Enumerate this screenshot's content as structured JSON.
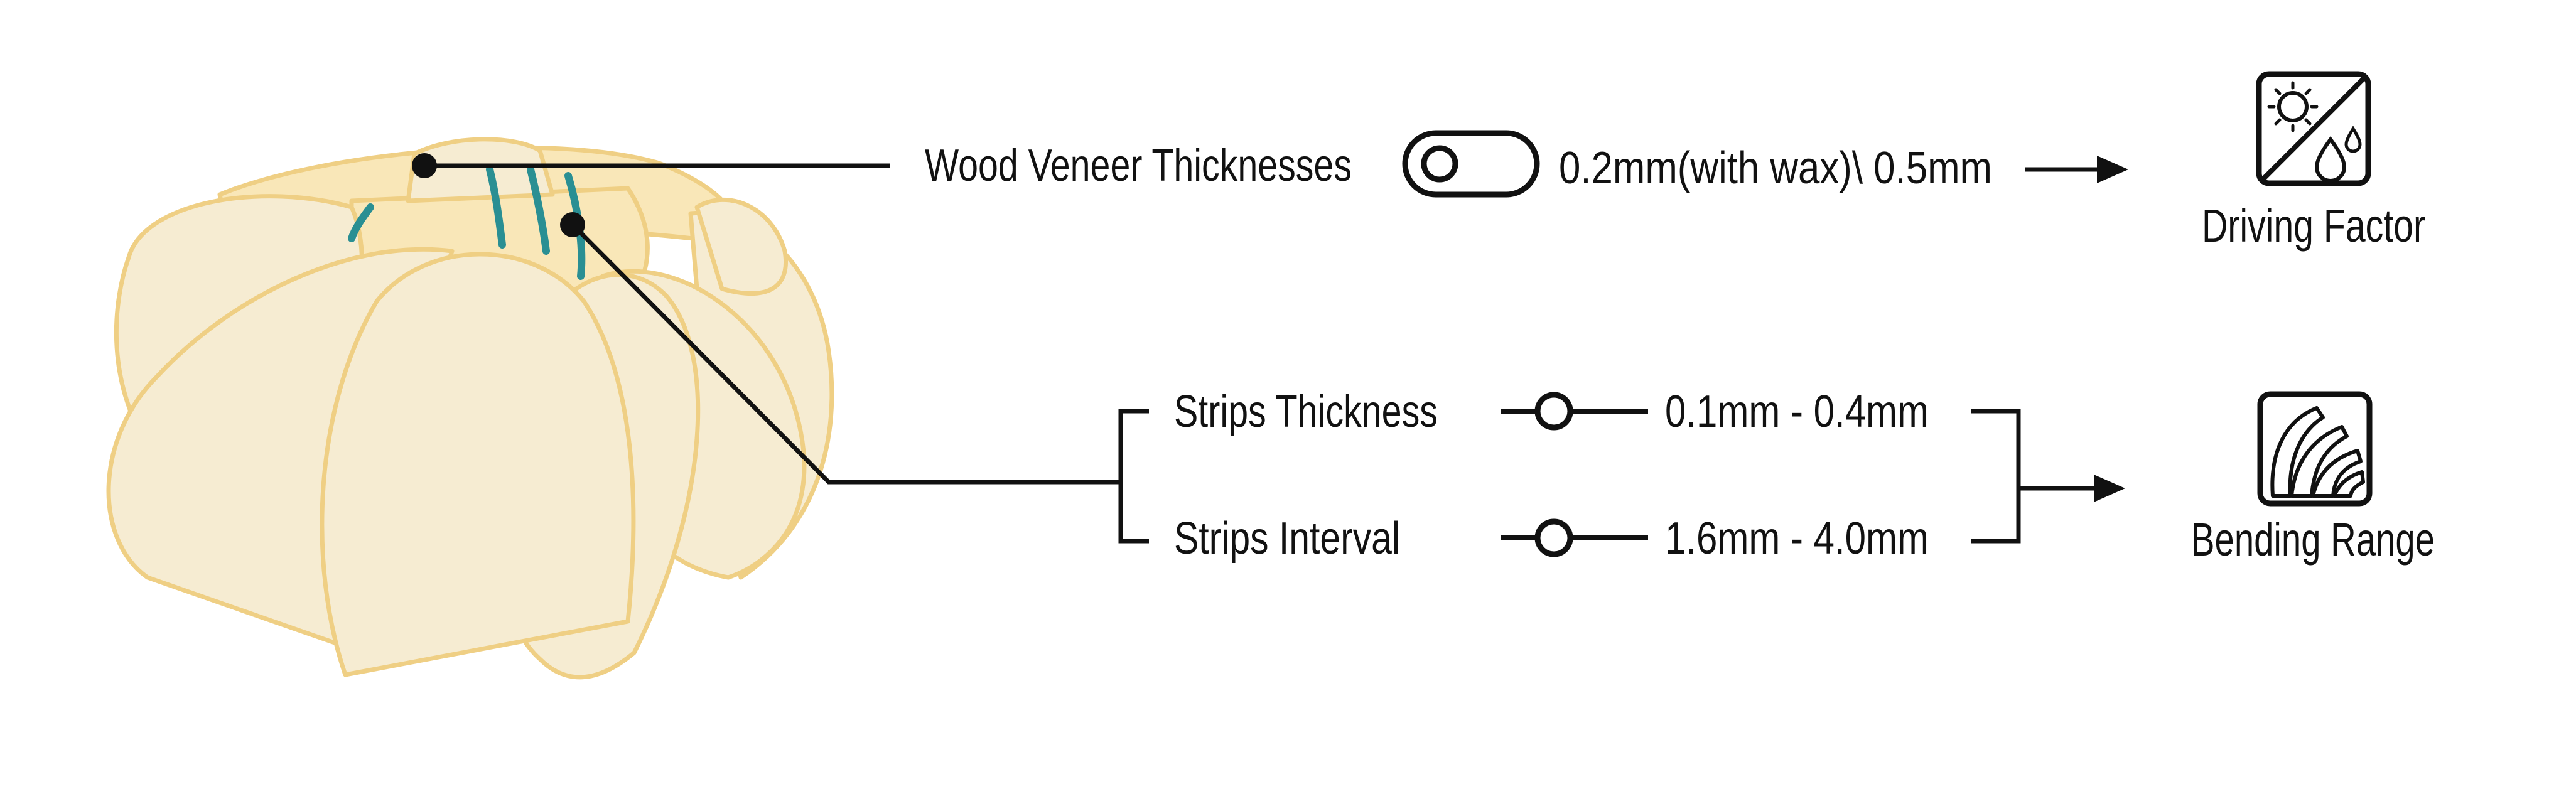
{
  "veneer": {
    "label": "Wood Veneer Thicknesses",
    "value": "0.2mm(with wax)\\ 0.5mm"
  },
  "strips": {
    "thickness_label": "Strips Thickness",
    "thickness_value": "0.1mm - 0.4mm",
    "interval_label": "Strips Interval",
    "interval_value": "1.6mm - 4.0mm"
  },
  "outputs": {
    "driving_factor": "Driving Factor",
    "bending_range": "Bending Range"
  },
  "colors": {
    "wood_fill": "#f6ecd2",
    "wood_fill_inner": "#f9e7b8",
    "wood_stroke": "#efcf84",
    "strip_teal": "#2a8f93",
    "line": "#111111"
  },
  "icons": {
    "veneer_control": "toggle-switch-icon",
    "strip_controls": "slider-handle-icon",
    "driving_factor": "sun-water-crossed-icon",
    "bending_range": "bending-layers-icon"
  }
}
